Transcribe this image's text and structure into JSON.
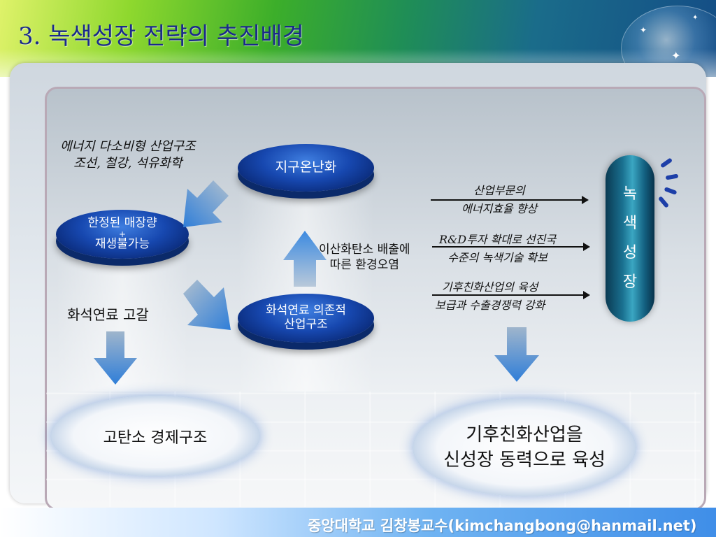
{
  "title": "3. 녹색성장 전략의 추진배경",
  "left_top_label": [
    "에너지 다소비형 산업구조",
    "조선, 철강, 석유화학"
  ],
  "oval_limited": [
    "한정된 매장량",
    "+",
    "재생불가능"
  ],
  "fossil_depletion": "화석연료 고갈",
  "oval_warming": "지구온난화",
  "co2_label": [
    "이산화탄소 배출에",
    "따른 환경오염"
  ],
  "oval_fossil_industry": [
    "화석연료 의존적",
    "산업구조"
  ],
  "low_carbon_ring": "고탄소 경제구조",
  "right_items": [
    [
      "산업부문의",
      "에너지효율 향상"
    ],
    [
      "R&D투자 확대로 선진국",
      "수준의 녹색기술 확보"
    ],
    [
      "기후친화산업의  육성",
      "보급과 수출경쟁력 강화"
    ]
  ],
  "green_growth": [
    "녹",
    "색",
    "성",
    "장"
  ],
  "result_ring": [
    "기후친화산업을",
    "신성장 동력으로 육성"
  ],
  "footer": "중앙대학교 김창봉교수(kimchangbong@hanmail.net)",
  "colors": {
    "title": "#1a2a8a",
    "oval_blue": "#1748b0",
    "arrow_blue": "#2f7ed8",
    "cylinder_teal": "#1a7090",
    "footer_blue": "#3f8ee8"
  }
}
